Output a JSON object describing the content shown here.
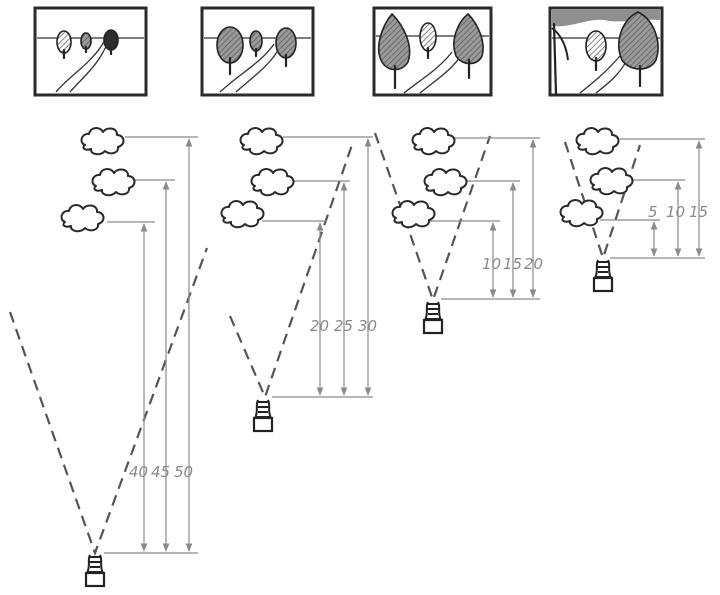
{
  "distance_labels": {
    "frame_1": [
      "40",
      "45",
      "50"
    ],
    "frame_2": [
      "20",
      "25",
      "30"
    ],
    "frame_3": [
      "10",
      "15",
      "20"
    ],
    "frame_4": [
      "5",
      "10",
      "15"
    ]
  },
  "colors": {
    "outline": "#2b2b2b",
    "dimension": "#8a8a8a",
    "tree_fill": "#9a9a9a",
    "sky_fill": "#8f8f8f"
  },
  "icons": [
    "tree-icon",
    "cloud-icon",
    "camera-lens-icon"
  ]
}
